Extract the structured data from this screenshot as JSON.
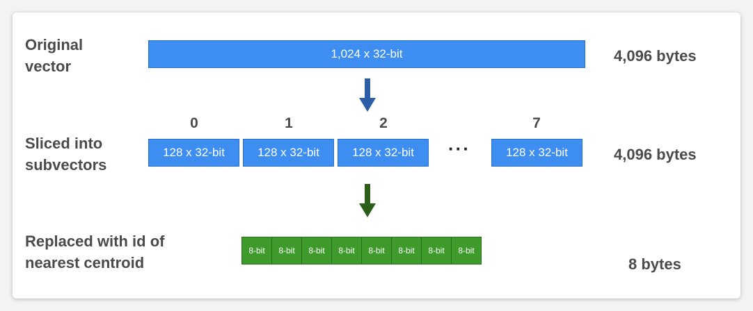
{
  "rows": {
    "original": {
      "label": "Original\nvector",
      "size": "4,096 bytes",
      "box": "1,024 x 32-bit"
    },
    "sliced": {
      "label": "Sliced into\nsubvectors",
      "size": "4,096 bytes",
      "indices": [
        "0",
        "1",
        "2",
        "7"
      ],
      "boxes": [
        "128 x 32-bit",
        "128 x 32-bit",
        "128 x 32-bit",
        "128 x 32-bit"
      ],
      "ellipsis": "···"
    },
    "replaced": {
      "label": "Replaced with id of\nnearest centroid",
      "size": "8 bytes",
      "cells": [
        "8-bit",
        "8-bit",
        "8-bit",
        "8-bit",
        "8-bit",
        "8-bit",
        "8-bit",
        "8-bit"
      ]
    }
  },
  "colors": {
    "blue_box": "#3d8ef0",
    "blue_arrow": "#2a5fa8",
    "green_cell": "#3f9a2c",
    "green_arrow": "#2c5e1a"
  }
}
